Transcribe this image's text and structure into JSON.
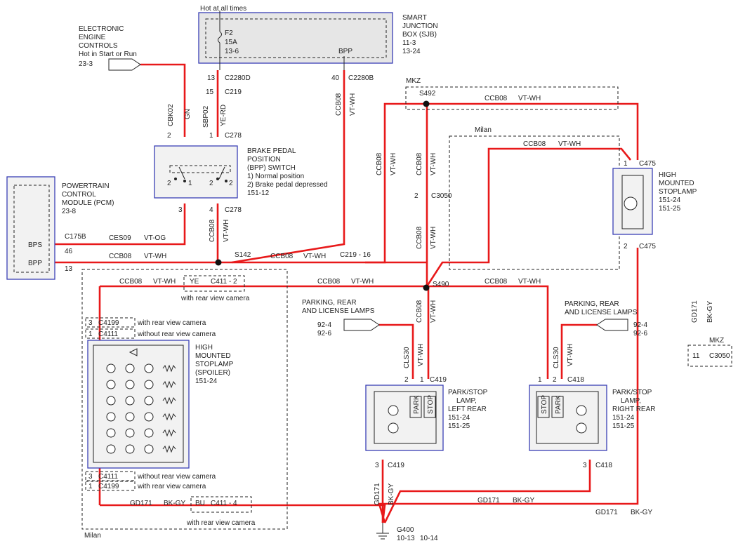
{
  "header": {
    "hot_at_all_times": "Hot at all times"
  },
  "sjb": {
    "name": [
      "SMART",
      "JUNCTION",
      "BOX (SJB)"
    ],
    "refs": [
      "11-3",
      "13-24"
    ],
    "fuse_id": "F2",
    "fuse_rating": "15A",
    "fuse_ref": "13-6",
    "bpp_label": "BPP"
  },
  "eec": {
    "name": [
      "ELECTRONIC",
      "ENGINE",
      "CONTROLS"
    ],
    "hot": "Hot in Start or Run",
    "ref": "23-3"
  },
  "bpp_switch": {
    "name": [
      "BRAKE PEDAL",
      "POSITION",
      "(BPP) SWITCH"
    ],
    "notes": [
      "1) Normal position",
      "2) Brake pedal depressed"
    ],
    "ref": "151-12"
  },
  "pcm": {
    "name": [
      "POWERTRAIN",
      "CONTROL",
      "MODULE (PCM)"
    ],
    "ref": "23-8",
    "pin_bps": "BPS",
    "pin_bpp": "BPP"
  },
  "hmsl_right": {
    "name": [
      "HIGH",
      "MOUNTED",
      "STOPLAMP"
    ],
    "refs": [
      "151-24",
      "151-25"
    ]
  },
  "hmsl_spoiler": {
    "name": [
      "HIGH",
      "MOUNTED",
      "STOPLAMP",
      "(SPOILER)"
    ],
    "ref": "151-24"
  },
  "park_left": {
    "name": [
      "PARK/STOP",
      "LAMP,",
      "LEFT REAR"
    ],
    "refs": [
      "151-24",
      "151-25"
    ]
  },
  "park_right": {
    "name": [
      "PARK/STOP",
      "LAMP,",
      "RIGHT REAR"
    ],
    "refs": [
      "151-24",
      "151-25"
    ]
  },
  "lamp_labels": {
    "park": "PARK",
    "stop": "STOP"
  },
  "parking_left": {
    "name": [
      "PARKING, REAR",
      "AND LICENSE LAMPS"
    ],
    "refs": [
      "92-4",
      "92-6"
    ]
  },
  "parking_right": {
    "name": [
      "PARKING, REAR",
      "AND LICENSE LAMPS"
    ],
    "refs": [
      "92-4",
      "92-6"
    ]
  },
  "ground": {
    "id": "G400",
    "refs": [
      "10-13",
      "10-14"
    ]
  },
  "notes": {
    "mkz": "MKZ",
    "milan": "Milan",
    "with_camera": "with rear view camera",
    "without_camera": "without rear view camera"
  },
  "connectors": {
    "c2280d": "C2280D",
    "c2280b": "C2280B",
    "c219": "C219",
    "c278": "C278",
    "c175b": "C175B",
    "s142": "S142",
    "c219_16": "C219 - 16",
    "s492": "S492",
    "s490": "S490",
    "c3050": "C3050",
    "c475": "C475",
    "c411_2": "C411 - 2",
    "c411_4": "C411 - 4",
    "c4199": "C4199",
    "c4111": "C4111",
    "c419": "C419",
    "c418": "C418"
  },
  "pins": {
    "p13": "13",
    "p40": "40",
    "p15": "15",
    "p1": "1",
    "p2": "2",
    "p3": "3",
    "p4": "4",
    "p46": "46",
    "p11": "11"
  },
  "circuits": {
    "cbk02": "CBK02",
    "gn": "GN",
    "sbp02": "SBP02",
    "ye_rd": "YE-RD",
    "ccb08": "CCB08",
    "vt_wh": "VT-WH",
    "ces09": "CES09",
    "vt_og": "VT-OG",
    "cls30": "CLS30",
    "gd171": "GD171",
    "bk_gy": "BK-GY",
    "ye": "YE",
    "bu": "BU"
  },
  "colors": {
    "wire": "#e8191a",
    "module_border": "#3a3fb5",
    "module_fill": "#e6e6e6"
  }
}
